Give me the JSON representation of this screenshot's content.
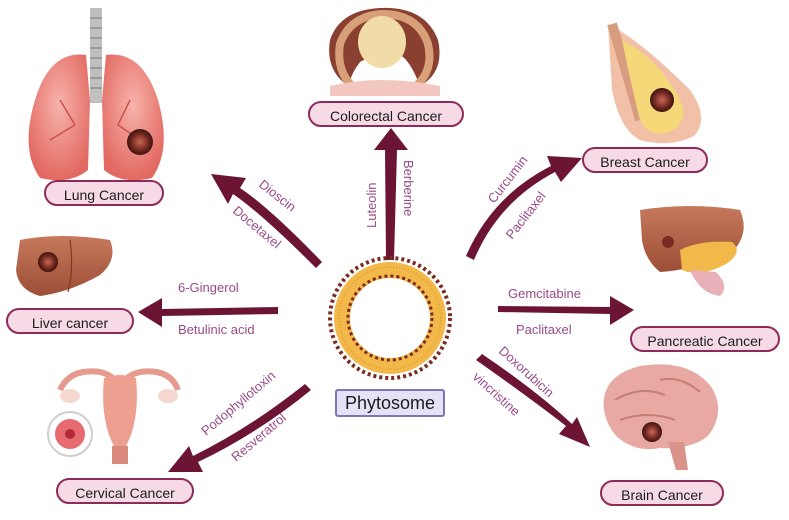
{
  "center_label": "Phytosome",
  "cancers": {
    "lung": "Lung Cancer",
    "colorectal": "Colorectal Cancer",
    "breast": "Breast Cancer",
    "liver": "Liver cancer",
    "pancreatic": "Pancreatic Cancer",
    "cervical": "Cervical Cancer",
    "brain": "Brain Cancer"
  },
  "drugs": {
    "lung": [
      "Dioscin",
      "Docetaxel"
    ],
    "colorectal": [
      "Luteolin",
      "Berberine"
    ],
    "breast": [
      "Curcumin",
      "Paclitaxel"
    ],
    "liver": [
      "6-Gingerol",
      "Betulinic acid"
    ],
    "pancreatic": [
      "Gemcitabine",
      "Paclitaxel"
    ],
    "cervical": [
      "Podophyllotoxin",
      "Resveratrol"
    ],
    "brain": [
      "Doxorubicin",
      "vincristine"
    ]
  },
  "colors": {
    "arrow": "#6b1433",
    "pill_border": "#8e2a5a",
    "pill_fill": "#f6dbe7",
    "drug_text": "#9a4a86",
    "center_border": "#7d73b8",
    "center_fill": "#e4e2f6"
  }
}
